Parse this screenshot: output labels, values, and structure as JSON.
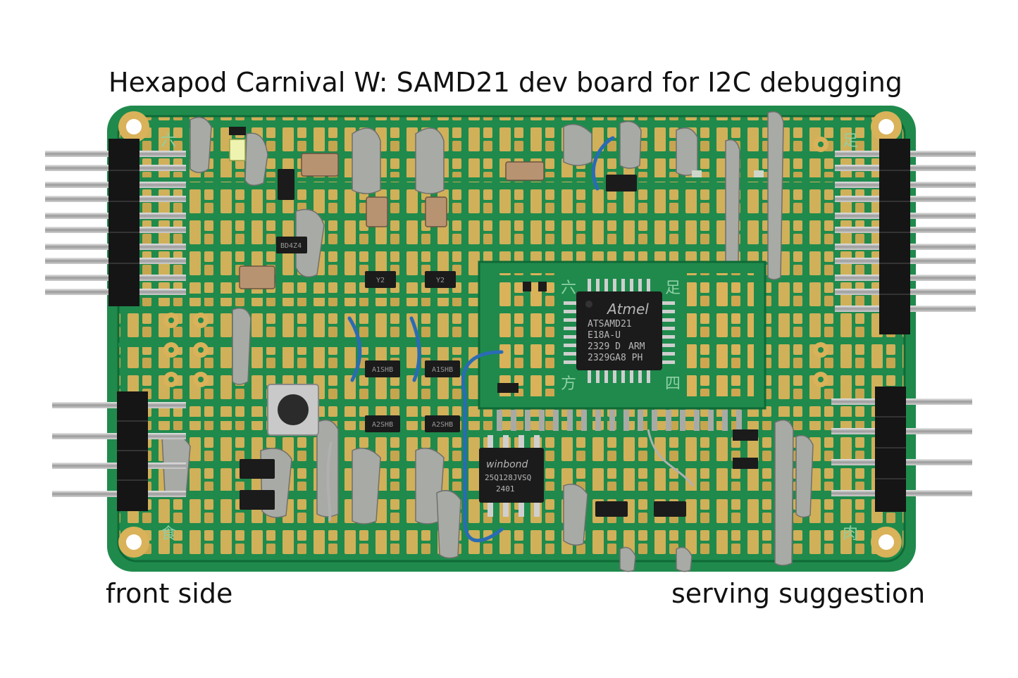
{
  "captions": {
    "title": "Hexapod Carnival W:  SAMD21 dev board for I2C debugging",
    "left": "front side",
    "right": "serving suggestion"
  },
  "silkscreen": {
    "top_left": "六",
    "top_right": "足",
    "bottom_left": "食",
    "bottom_right": "肉",
    "inner_top_left": "六",
    "inner_top_right": "足",
    "inner_bottom_left": "方",
    "inner_bottom_right": "四"
  },
  "mcu": {
    "logo": "Atmel",
    "line1": "ATSAMD21",
    "line2": "E18A-U",
    "line3": "2329 D",
    "line3b": "ARM",
    "line4": "2329GA8 PH"
  },
  "flash": {
    "line1": "winbond",
    "line2": "25Q128JVSQ",
    "line3": "2401"
  },
  "sot_labels": [
    "BD4Z4",
    "Y2",
    "Y2",
    "A1SHB",
    "A1SHB",
    "A2SHB",
    "A2SHB"
  ],
  "colors": {
    "pcb": "#1f8a4c",
    "pcb_dark": "#0f6a36",
    "gold": "#d9b25a",
    "solder": "#a8aaa6",
    "chip": "#1b1b1b",
    "header": "#151515",
    "pin": "#bfbfbf",
    "wire": "#2a6bb5"
  }
}
